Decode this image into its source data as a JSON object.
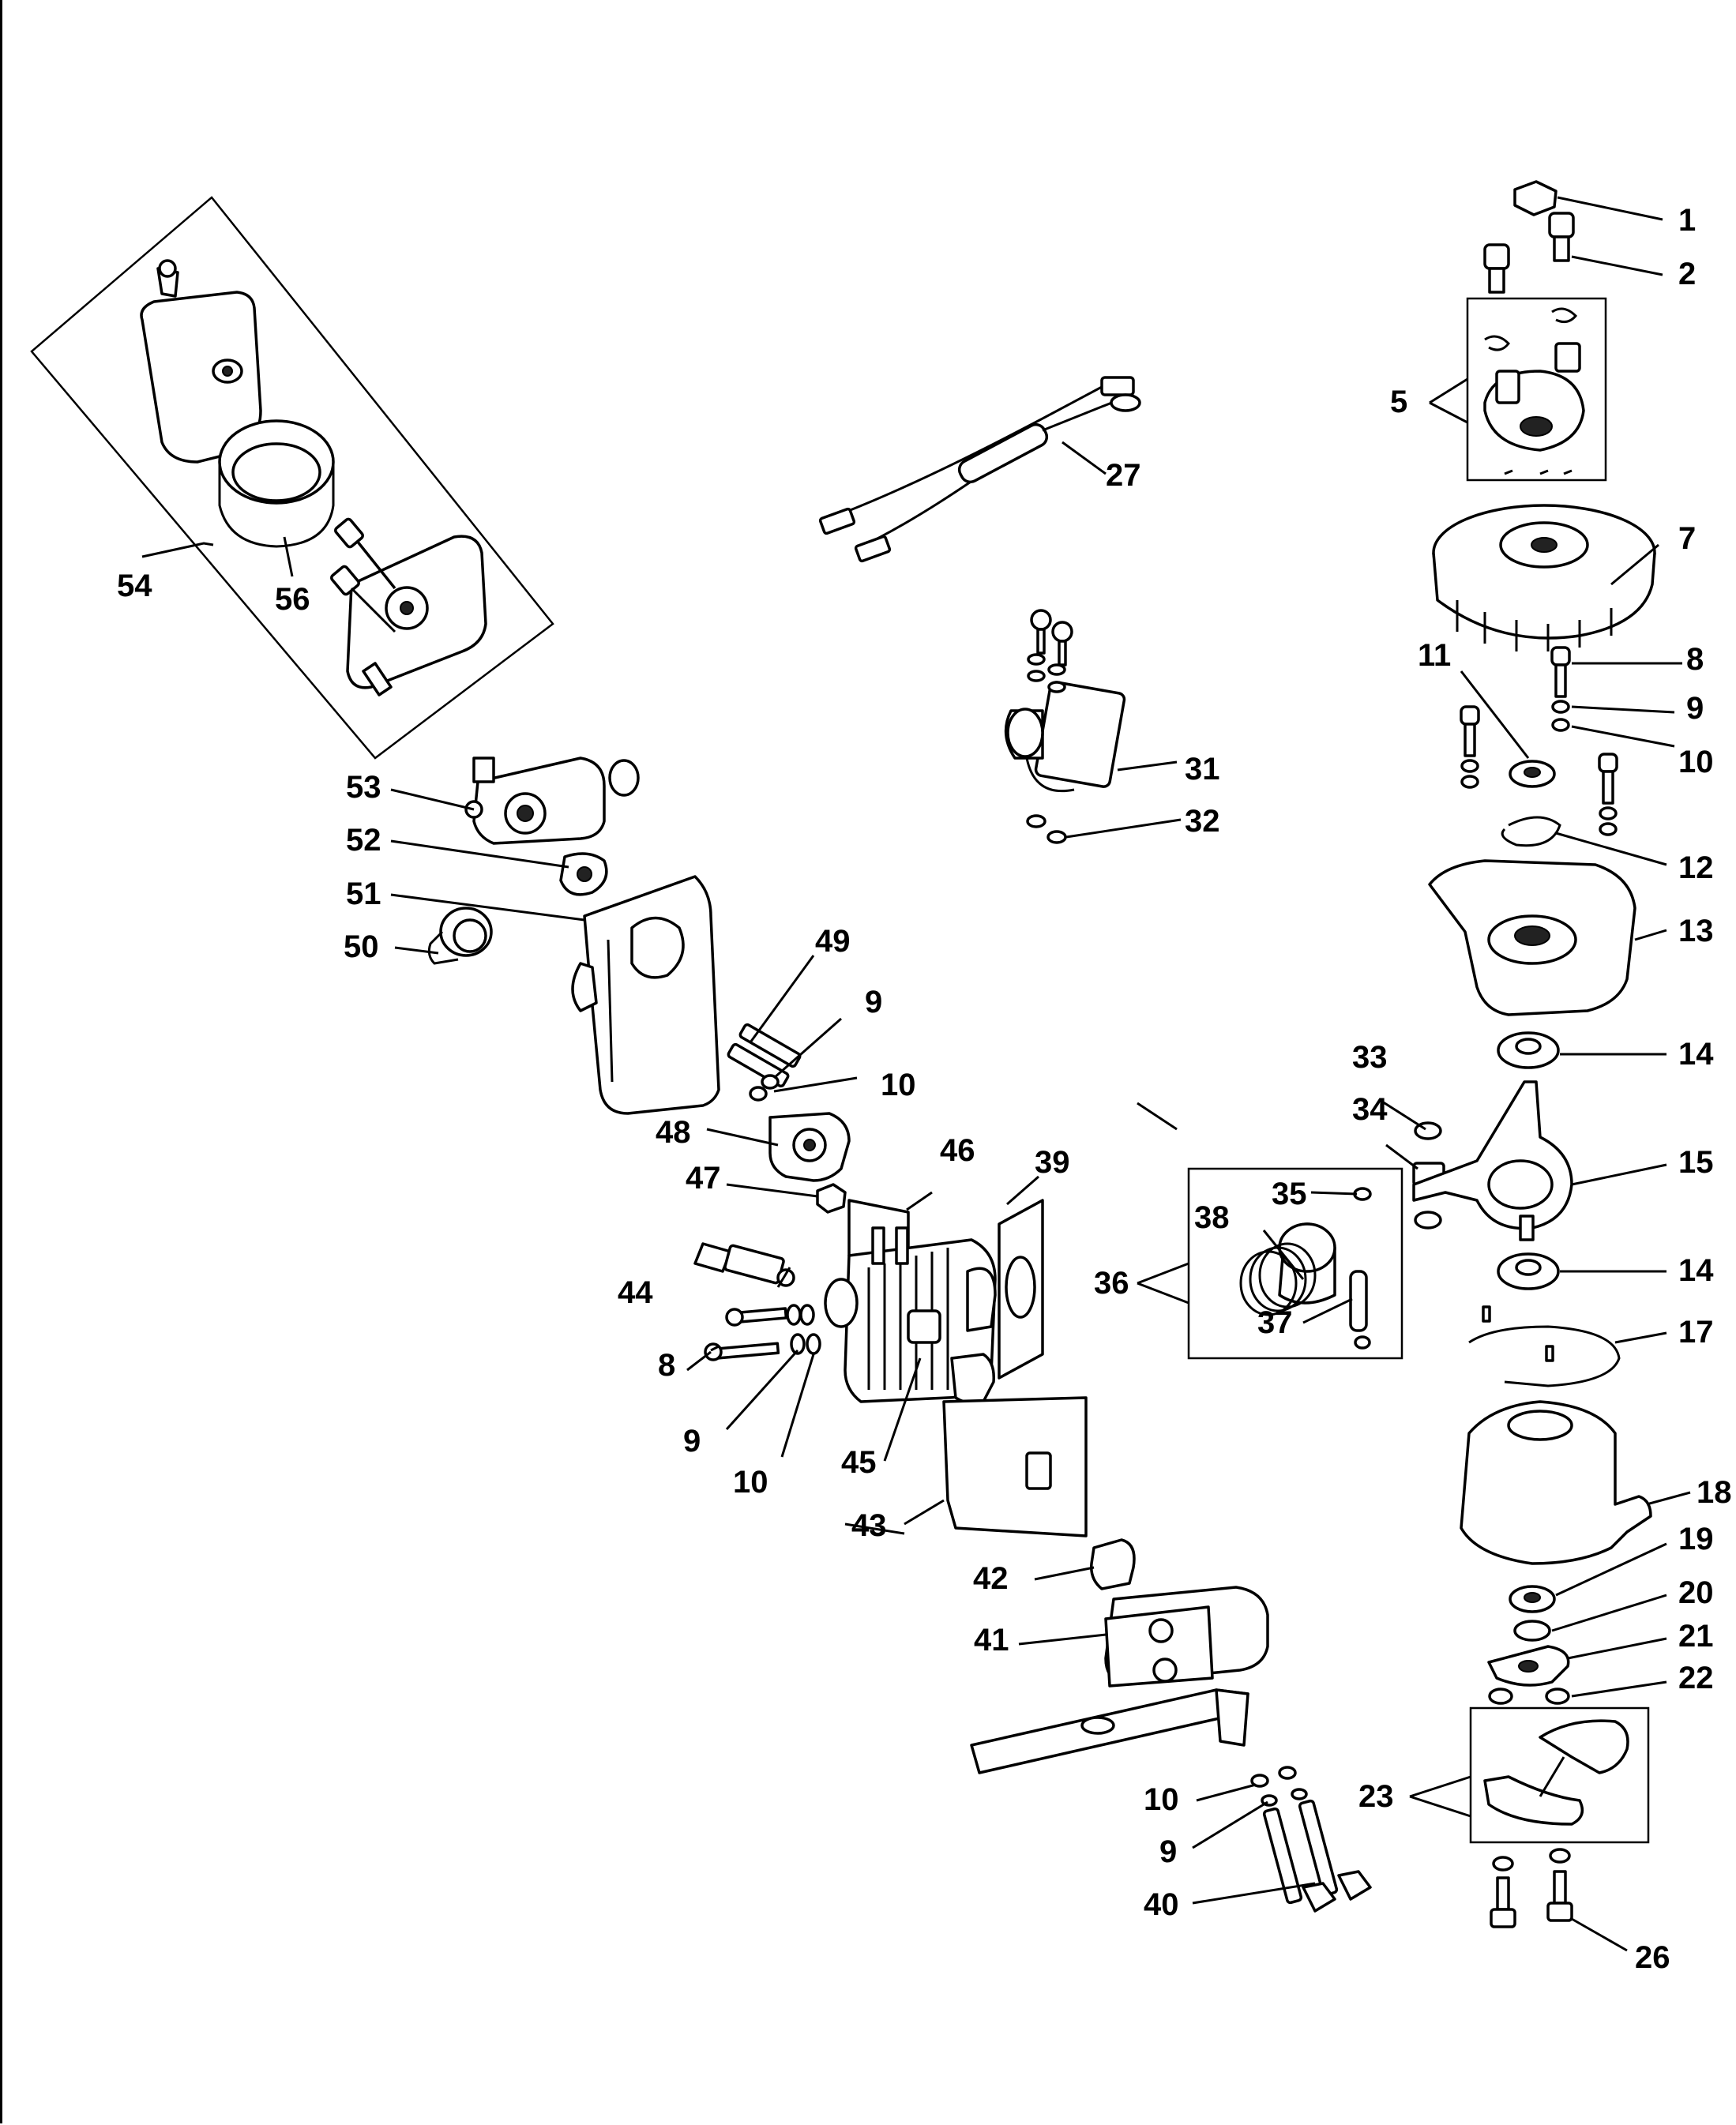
{
  "diagram": {
    "callouts": [
      {
        "id": "1",
        "text": "1"
      },
      {
        "id": "2",
        "text": "2"
      },
      {
        "id": "5",
        "text": "5"
      },
      {
        "id": "7",
        "text": "7"
      },
      {
        "id": "8a",
        "text": "8"
      },
      {
        "id": "9a",
        "text": "9"
      },
      {
        "id": "10a",
        "text": "10"
      },
      {
        "id": "11",
        "text": "11"
      },
      {
        "id": "12",
        "text": "12"
      },
      {
        "id": "13",
        "text": "13"
      },
      {
        "id": "14a",
        "text": "14"
      },
      {
        "id": "15",
        "text": "15"
      },
      {
        "id": "14b",
        "text": "14"
      },
      {
        "id": "17",
        "text": "17"
      },
      {
        "id": "18",
        "text": "18"
      },
      {
        "id": "19",
        "text": "19"
      },
      {
        "id": "20",
        "text": "20"
      },
      {
        "id": "21",
        "text": "21"
      },
      {
        "id": "22",
        "text": "22"
      },
      {
        "id": "23",
        "text": "23"
      },
      {
        "id": "26",
        "text": "26"
      },
      {
        "id": "27",
        "text": "27"
      },
      {
        "id": "31",
        "text": "31"
      },
      {
        "id": "32",
        "text": "32"
      },
      {
        "id": "33",
        "text": "33"
      },
      {
        "id": "34",
        "text": "34"
      },
      {
        "id": "35",
        "text": "35"
      },
      {
        "id": "36",
        "text": "36"
      },
      {
        "id": "37",
        "text": "37"
      },
      {
        "id": "38",
        "text": "38"
      },
      {
        "id": "39",
        "text": "39"
      },
      {
        "id": "40",
        "text": "40"
      },
      {
        "id": "41",
        "text": "41"
      },
      {
        "id": "42",
        "text": "42"
      },
      {
        "id": "43",
        "text": "43"
      },
      {
        "id": "44",
        "text": "44"
      },
      {
        "id": "45",
        "text": "45"
      },
      {
        "id": "46",
        "text": "46"
      },
      {
        "id": "47",
        "text": "47"
      },
      {
        "id": "48",
        "text": "48"
      },
      {
        "id": "49",
        "text": "49"
      },
      {
        "id": "9b",
        "text": "9"
      },
      {
        "id": "10b",
        "text": "10"
      },
      {
        "id": "50",
        "text": "50"
      },
      {
        "id": "51",
        "text": "51"
      },
      {
        "id": "52",
        "text": "52"
      },
      {
        "id": "53",
        "text": "53"
      },
      {
        "id": "54",
        "text": "54"
      },
      {
        "id": "56",
        "text": "56"
      },
      {
        "id": "8b",
        "text": "8"
      },
      {
        "id": "9c",
        "text": "9"
      },
      {
        "id": "10c",
        "text": "10"
      },
      {
        "id": "10d",
        "text": "10"
      },
      {
        "id": "9d",
        "text": "9"
      }
    ]
  }
}
